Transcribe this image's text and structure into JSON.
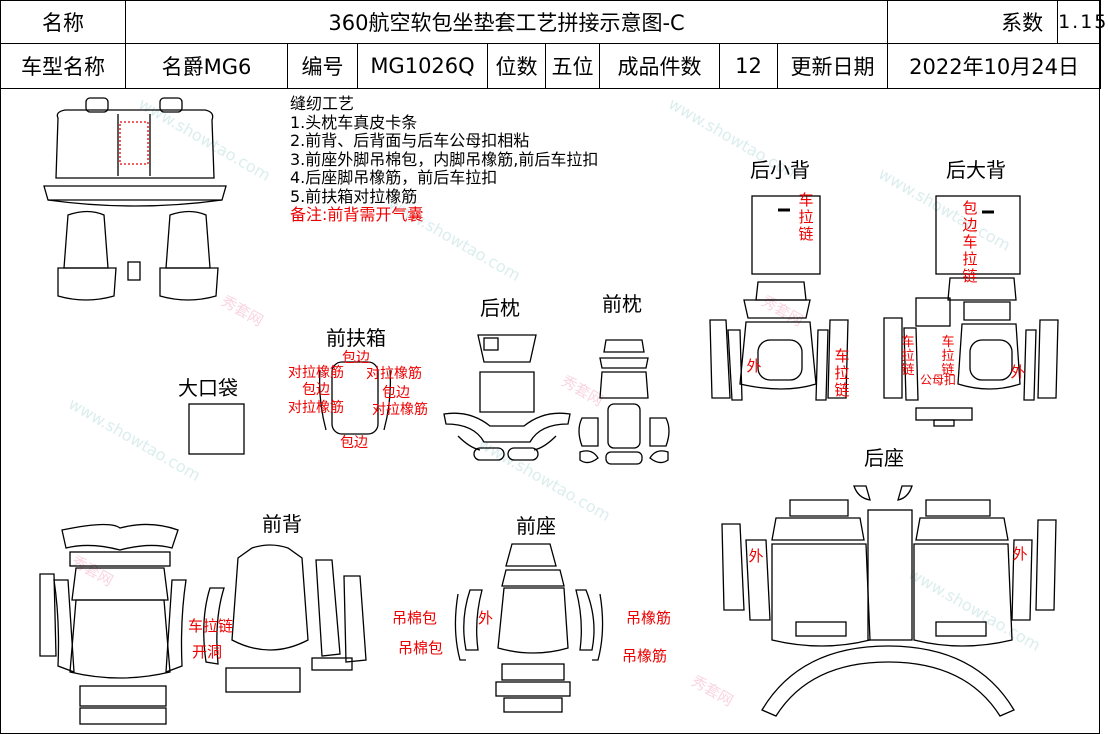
{
  "header": {
    "name_label": "名称",
    "title": "360航空软包坐垫套工艺拼接示意图-C",
    "coef_label": "系数",
    "coef_value": "1.15",
    "model_label": "车型名称",
    "model_value": "名爵MG6",
    "code_label": "编号",
    "code_value": "MG1026Q",
    "seats_label": "位数",
    "seats_value": "五位",
    "pieces_label": "成品件数",
    "pieces_value": "12",
    "date_label": "更新日期",
    "date_value": "2022年10月24日"
  },
  "notes": {
    "title": "缝纫工艺",
    "items": [
      "1.头枕车真皮卡条",
      "2.前背、后背面与后车公母扣相粘",
      "3.前座外脚吊棉包，内脚吊橡筋,前后车拉扣",
      "4.后座脚吊橡筋，前后车拉扣",
      "5.前扶箱对拉橡筋"
    ],
    "remark": "备注:前背需开气囊"
  },
  "parts": {
    "big_pocket": "大口袋",
    "front_armrest": "前扶箱",
    "rear_headrest": "后枕",
    "front_headrest": "前枕",
    "rear_small_back": "后小背",
    "rear_big_back": "后大背",
    "rear_seat": "后座",
    "front_back": "前背",
    "front_seat": "前座"
  },
  "annotations": {
    "armrest_edge_top": "包边",
    "armrest_pull_left": "对拉橡筋",
    "armrest_edge_left": "包边",
    "armrest_pull_left2": "对拉橡筋",
    "armrest_pull_right": "对拉橡筋",
    "armrest_edge_right": "包边",
    "armrest_pull_right2": "对拉橡筋",
    "armrest_edge_bottom": "包边",
    "small_back_zip": "车拉链",
    "small_back_out": "外",
    "small_back_side_zip": "车拉链",
    "big_back_edge_zip": "包边车拉链",
    "big_back_zip_left": "车拉链",
    "big_back_zip_mid": "车拉链",
    "big_back_snap": "公母扣",
    "big_back_out": "外",
    "front_back_zip": "车拉链",
    "front_back_hole": "开洞",
    "front_seat_cotton1": "吊棉包",
    "front_seat_out": "外",
    "front_seat_cotton2": "吊棉包",
    "front_seat_elastic1": "吊橡筋",
    "front_seat_elastic2": "吊橡筋",
    "rear_seat_out_left": "外",
    "rear_seat_out_right": "外"
  },
  "watermark": {
    "text": "www.showtao.com",
    "brand": "秀套网"
  }
}
